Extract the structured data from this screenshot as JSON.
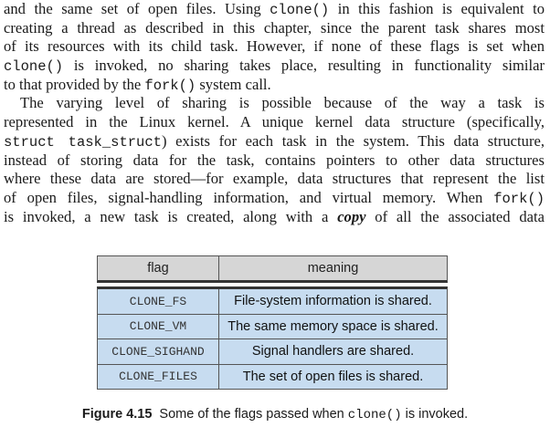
{
  "body_lines": [
    [
      {
        "t": "and the same set of open files. Using "
      },
      {
        "t": "clone()",
        "s": "mono"
      },
      {
        "t": " in this fashion is equivalent to"
      }
    ],
    [
      {
        "t": "creating a thread as described in this chapter, since the parent task shares most"
      }
    ],
    [
      {
        "t": "of its resources with its child task. However, if none of these flags is set when"
      }
    ],
    [
      {
        "t": "clone()",
        "s": "mono"
      },
      {
        "t": " is invoked, no sharing takes place, resulting in functionality similar"
      }
    ],
    [
      {
        "t": "to that provided by the "
      },
      {
        "t": "fork()",
        "s": "mono"
      },
      {
        "t": " system call."
      }
    ],
    [
      {
        "t": "The varying level of sharing is possible because of the way a task is"
      }
    ],
    [
      {
        "t": "represented in the Linux kernel. A unique kernel data structure (specifically,"
      }
    ],
    [
      {
        "t": "struct task_struct",
        "s": "mono"
      },
      {
        "t": ") exists for each task in the system. This data structure,"
      }
    ],
    [
      {
        "t": "instead of storing data for the task, contains pointers to other data structures"
      }
    ],
    [
      {
        "t": "where these data are stored—for example, data structures that represent the list"
      }
    ],
    [
      {
        "t": "of open files, signal-handling information, and virtual memory. When "
      },
      {
        "t": "fork()",
        "s": "mono"
      }
    ],
    [
      {
        "t": "is invoked, a new task is created, along with a "
      },
      {
        "t": "copy",
        "s": "bi"
      },
      {
        "t": " of all the associated data"
      }
    ]
  ],
  "table": {
    "headers": [
      "flag",
      "meaning"
    ],
    "rows": [
      [
        "CLONE_FS",
        "File-system information is shared."
      ],
      [
        "CLONE_VM",
        "The same memory space is shared."
      ],
      [
        "CLONE_SIGHAND",
        "Signal handlers are shared."
      ],
      [
        "CLONE_FILES",
        "The set of open files is shared."
      ]
    ]
  },
  "caption": {
    "label": "Figure 4.15",
    "text_before": "Some of the flags passed when ",
    "code": "clone()",
    "text_after": " is invoked."
  }
}
